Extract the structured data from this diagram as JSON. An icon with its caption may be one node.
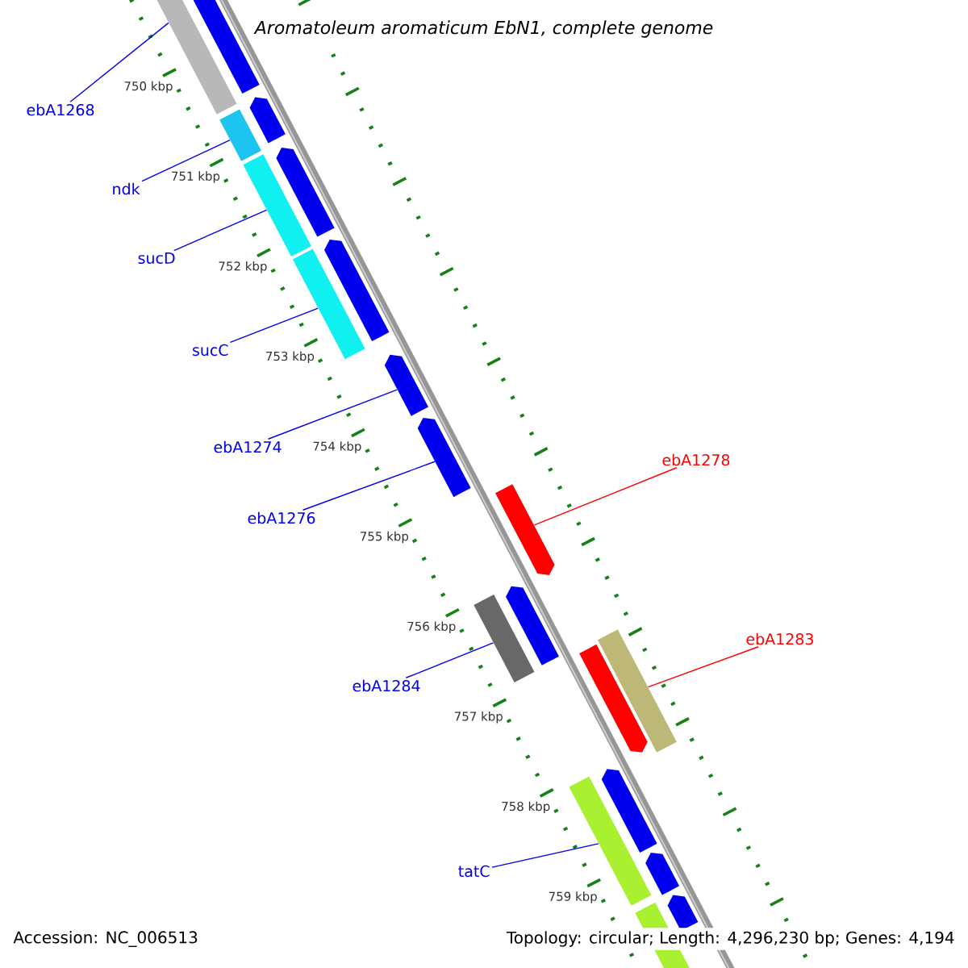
{
  "diagram": {
    "title": "Aromatoleum aromaticum EbN1, complete genome",
    "nodes": [
      {
        "text": [
          "ebA1268"
        ]
      },
      {
        "text": [
          "ndk"
        ]
      },
      {
        "text": [
          "sucD"
        ]
      },
      {
        "text": [
          "sucC"
        ]
      },
      {
        "text": [
          "ebA1274"
        ]
      },
      {
        "text": [
          "ebA1278"
        ]
      },
      {
        "text": [
          "ebA1276"
        ]
      },
      {
        "text": [
          "ebA1283"
        ]
      },
      {
        "text": [
          "ebA1284"
        ]
      },
      {
        "text": [
          "tatC"
        ]
      },
      {
        "text": [],
        "shape": "bar"
      },
      {
        "text": [],
        "shape": "arrow"
      },
      {
        "text": [],
        "shape": "bar"
      },
      {
        "text": [],
        "shape": "arrow"
      },
      {
        "text": [],
        "shape": "bar"
      },
      {
        "text": [],
        "shape": "arrow"
      },
      {
        "text": [],
        "shape": "bar"
      },
      {
        "text": [],
        "shape": "arrow"
      },
      {
        "text": [],
        "shape": "arrow"
      },
      {
        "text": [],
        "shape": "arrow"
      },
      {
        "text": [],
        "shape": "arrow"
      },
      {
        "text": [],
        "shape": "bar"
      },
      {
        "text": [],
        "shape": "arrow"
      },
      {
        "text": [],
        "shape": "bar"
      },
      {
        "text": [],
        "shape": "arrow"
      },
      {
        "text": [],
        "shape": "bar"
      },
      {
        "text": [],
        "shape": "arrow"
      },
      {
        "text": [],
        "shape": "arrow"
      },
      {
        "text": [],
        "shape": "bar"
      },
      {
        "text": [],
        "shape": "arrow"
      }
    ],
    "edges": [
      {
        "from": 0,
        "to": 10,
        "arrow": "none"
      },
      {
        "from": 1,
        "to": 12,
        "arrow": "none"
      },
      {
        "from": 2,
        "to": 14,
        "arrow": "none"
      },
      {
        "from": 3,
        "to": 16,
        "arrow": "none"
      },
      {
        "from": 4,
        "to": 18,
        "arrow": "none"
      },
      {
        "from": 5,
        "to": 20,
        "arrow": "none",
        "color": "#ff0000"
      },
      {
        "from": 6,
        "to": 19,
        "arrow": "none"
      },
      {
        "from": 7,
        "to": 23,
        "arrow": "none",
        "color": "#ff0000"
      },
      {
        "from": 8,
        "to": 21,
        "arrow": "none"
      },
      {
        "from": 9,
        "to": 25,
        "arrow": "none"
      }
    ],
    "labels": [
      "750 kbp",
      "751 kbp",
      "752 kbp",
      "753 kbp",
      "754 kbp",
      "755 kbp",
      "756 kbp",
      "757 kbp",
      "758 kbp",
      "759 kbp",
      "Accession: NC_006513",
      "Topology: circular; Length: 4,296,230 bp; Genes: 4,194"
    ]
  }
}
